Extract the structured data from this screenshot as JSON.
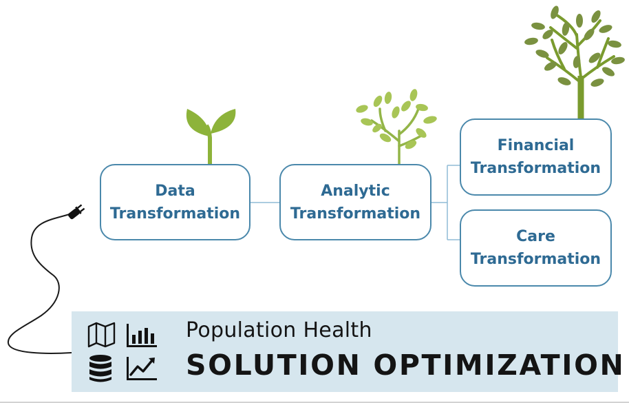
{
  "boxes": {
    "data": {
      "line1": "Data",
      "line2": "Transformation"
    },
    "analytic": {
      "line1": "Analytic",
      "line2": "Transformation"
    },
    "financial": {
      "line1": "Financial",
      "line2": "Transformation"
    },
    "care": {
      "line1": "Care",
      "line2": "Transformation"
    }
  },
  "banner": {
    "subtitle": "Population Health",
    "title": "SOLUTION OPTIMIZATION",
    "icons": [
      "map-icon",
      "bar-chart-icon",
      "database-icon",
      "trend-line-icon"
    ]
  },
  "decorations": [
    "power-plug-icon",
    "power-cord",
    "seedling-icon",
    "sapling-icon",
    "tree-icon"
  ],
  "colors": {
    "box_border": "#4a88ab",
    "box_text": "#2e6a93",
    "connector": "#8fbbd6",
    "banner_bg": "#d6e6ee",
    "leaf_light": "#a8c556",
    "leaf_mid": "#8db33a",
    "leaf_dark": "#7a9140",
    "stem": "#7a9b2e"
  }
}
